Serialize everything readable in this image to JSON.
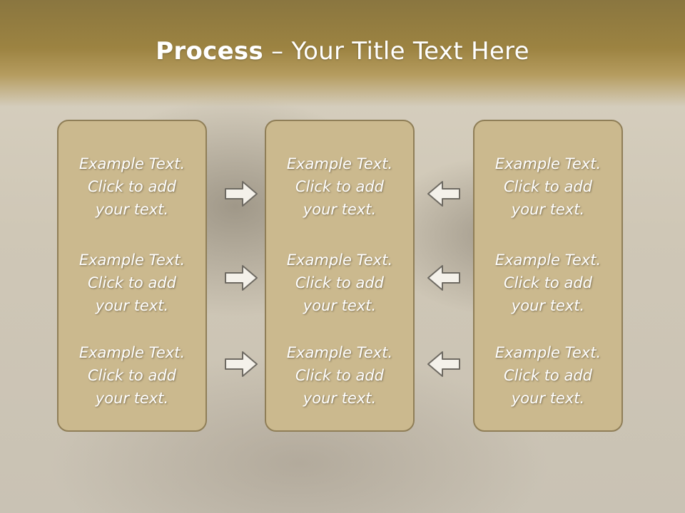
{
  "slide": {
    "title_bold": "Process",
    "title_rest": " – Your Title Text Here"
  },
  "columns": [
    {
      "items": [
        "Example Text.\nClick  to add\nyour text.",
        "Example Text.\nClick  to add\nyour text.",
        "Example Text.\nClick  to add\nyour text."
      ]
    },
    {
      "items": [
        "Example Text.\nClick  to add\nyour text.",
        "Example Text.\nClick  to add\nyour text.",
        "Example Text.\nClick  to add\nyour text."
      ]
    },
    {
      "items": [
        "Example Text.\nClick  to add\nyour text.",
        "Example Text.\nClick  to add\nyour text.",
        "Example Text.\nClick  to add\nyour text."
      ]
    }
  ],
  "arrows": {
    "left_group": "arrow-right-icon",
    "right_group": "arrow-left-icon"
  },
  "colors": {
    "header": "#9c8341",
    "box_fill": "#cbb98e",
    "box_border": "#8f7e57",
    "text": "#ffffff"
  }
}
